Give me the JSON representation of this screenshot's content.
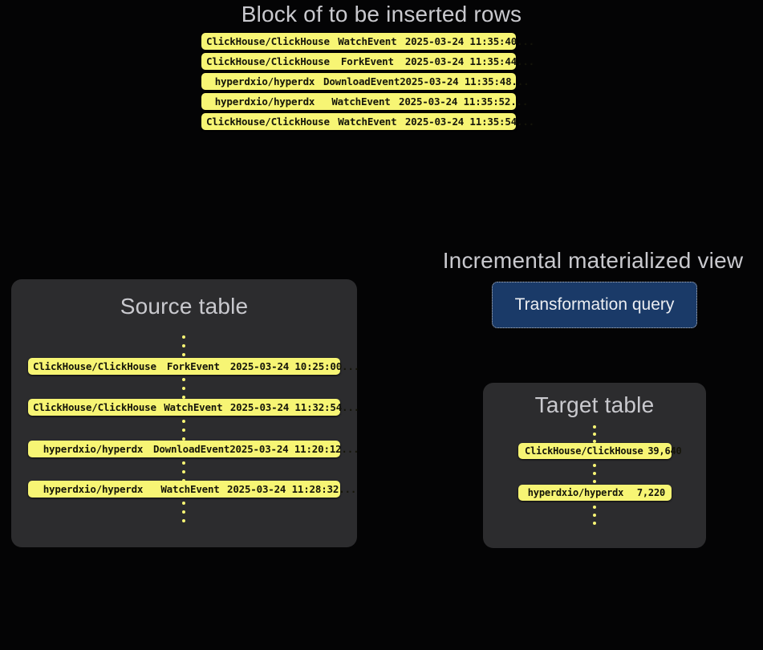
{
  "block": {
    "title": "Block of to be inserted rows",
    "rows": [
      {
        "repo": "ClickHouse/ClickHouse",
        "event": "WatchEvent",
        "timestamp": "2025-03-24 11:35:40",
        "more": "..."
      },
      {
        "repo": "ClickHouse/ClickHouse",
        "event": "ForkEvent",
        "timestamp": "2025-03-24 11:35:44",
        "more": "..."
      },
      {
        "repo": "hyperdxio/hyperdx",
        "event": "DownloadEvent",
        "timestamp": "2025-03-24 11:35:48",
        "more": "..."
      },
      {
        "repo": "hyperdxio/hyperdx",
        "event": "WatchEvent",
        "timestamp": "2025-03-24 11:35:52",
        "more": "..."
      },
      {
        "repo": "ClickHouse/ClickHouse",
        "event": "WatchEvent",
        "timestamp": "2025-03-24 11:35:54",
        "more": "..."
      }
    ]
  },
  "source_table": {
    "title": "Source table",
    "rows": [
      {
        "repo": "ClickHouse/ClickHouse",
        "event": "ForkEvent",
        "timestamp": "2025-03-24 10:25:00",
        "more": "..."
      },
      {
        "repo": "ClickHouse/ClickHouse",
        "event": "WatchEvent",
        "timestamp": "2025-03-24 11:32:54",
        "more": "..."
      },
      {
        "repo": "hyperdxio/hyperdx",
        "event": "DownloadEvent",
        "timestamp": "2025-03-24 11:20:12",
        "more": "..."
      },
      {
        "repo": "hyperdxio/hyperdx",
        "event": "WatchEvent",
        "timestamp": "2025-03-24 11:28:32",
        "more": "..."
      }
    ]
  },
  "materialized_view": {
    "title": "Incremental materialized view",
    "transformation_query_label": "Transformation query"
  },
  "target_table": {
    "title": "Target table",
    "rows": [
      {
        "repo": "ClickHouse/ClickHouse",
        "count": "39,640"
      },
      {
        "repo": "hyperdxio/hyperdx",
        "count": "7,220"
      }
    ]
  },
  "colors": {
    "background": "#040405",
    "card": "#2c2c2e",
    "row_yellow": "#f7f574",
    "row_text": "#15150a",
    "heading_text": "#c9c9ce",
    "query_box_fill": "#1a3a68",
    "query_box_border": "#b9bcc2",
    "query_box_text": "#eceef2",
    "dot": "#f7f574"
  }
}
